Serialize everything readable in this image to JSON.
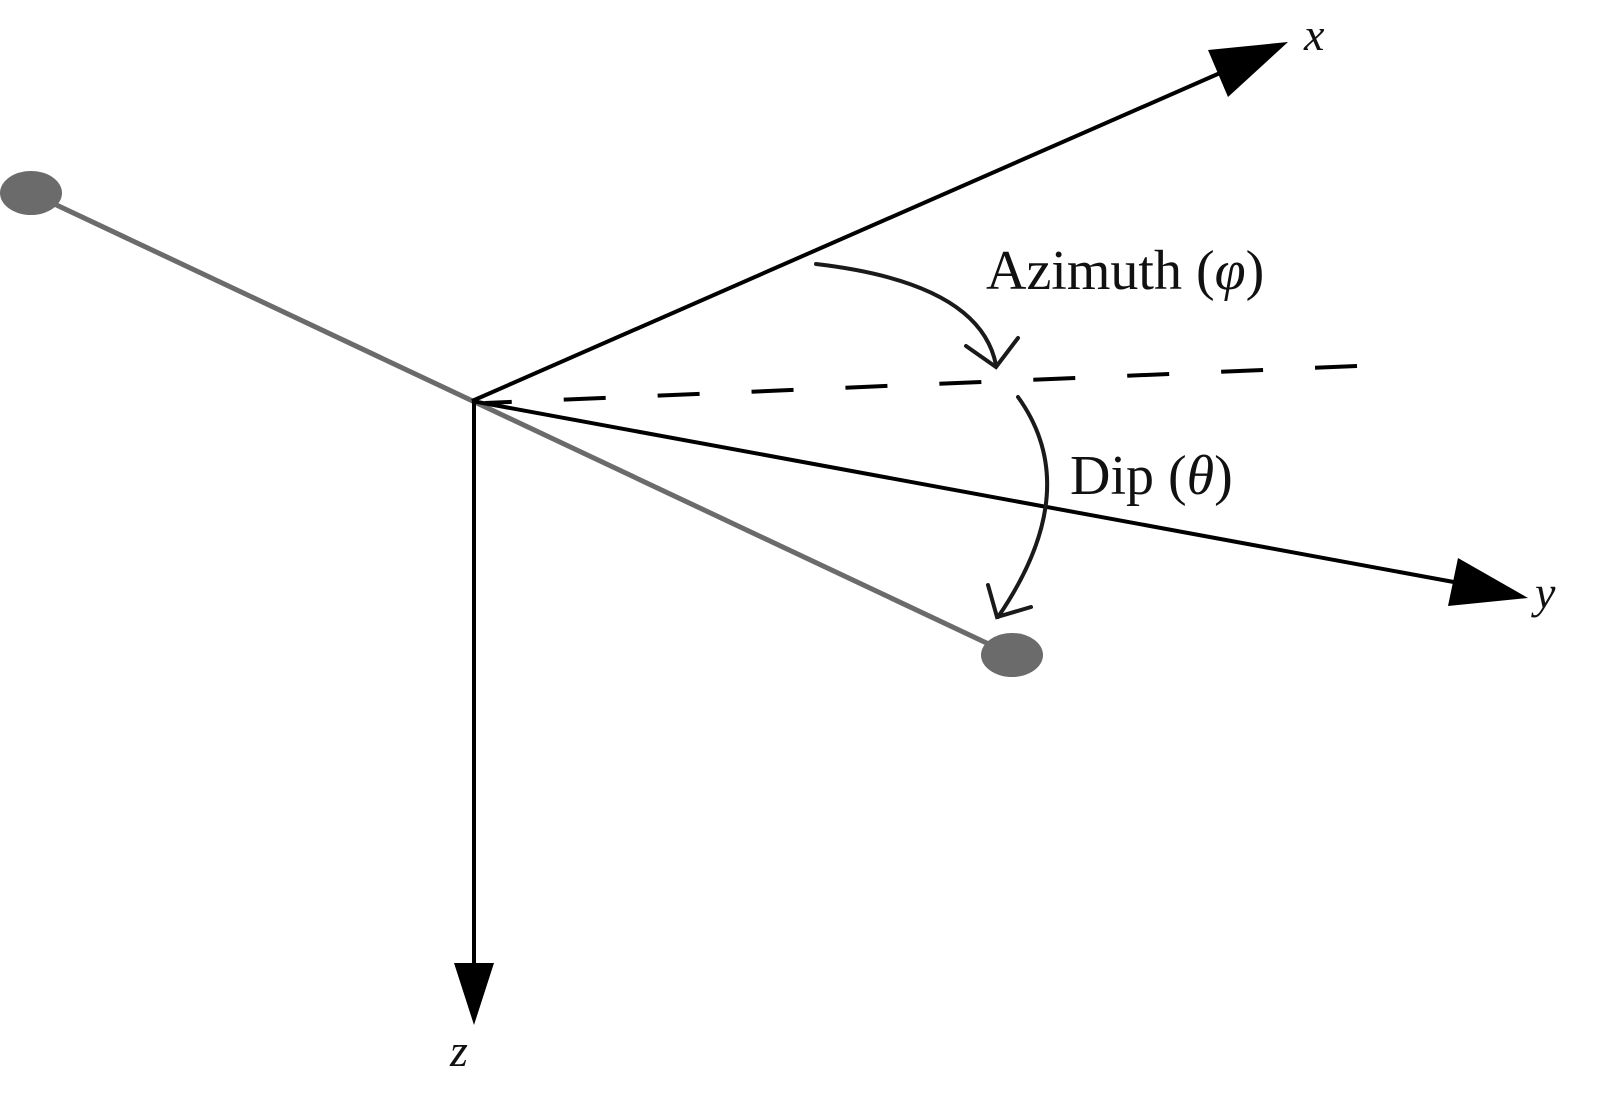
{
  "diagram": {
    "axes": {
      "x_label": "x",
      "y_label": "y",
      "z_label": "z"
    },
    "angles": {
      "azimuth_text": "Azimuth (",
      "azimuth_symbol": "φ",
      "azimuth_close": ")",
      "dip_text": "Dip (",
      "dip_symbol": "θ",
      "dip_close": ")"
    },
    "colors": {
      "axis": "#000000",
      "dipole": "#6b6b6b",
      "arc": "#1a1a1a"
    }
  }
}
